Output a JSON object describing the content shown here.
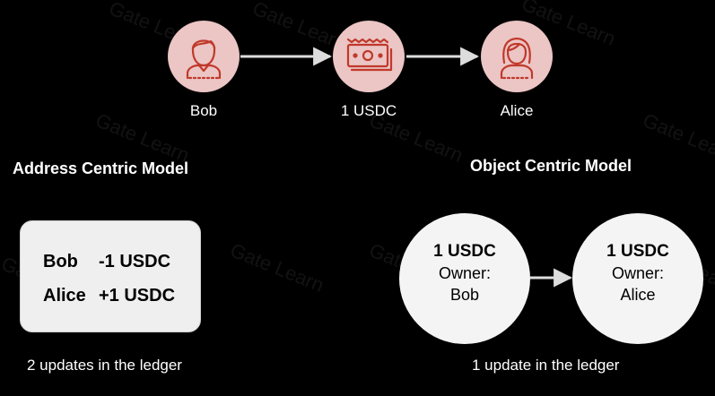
{
  "flow": {
    "sender": "Bob",
    "asset": "1 USDC",
    "receiver": "Alice"
  },
  "address_model": {
    "title": "Address Centric Model",
    "rows": [
      {
        "name": "Bob",
        "change": "-1 USDC"
      },
      {
        "name": "Alice",
        "change": "+1 USDC"
      }
    ],
    "caption": "2 updates in the ledger"
  },
  "object_model": {
    "title": "Object Centric Model",
    "before": {
      "amount": "1 USDC",
      "owner_label": "Owner:",
      "owner": "Bob"
    },
    "after": {
      "amount": "1 USDC",
      "owner_label": "Owner:",
      "owner": "Alice"
    },
    "caption": "1 update in the ledger"
  },
  "watermark": "Gate Learn",
  "colors": {
    "background": "#000000",
    "icon_circle": "#ecc5c5",
    "icon_stroke": "#c0392b",
    "arrow": "#dddddd",
    "box": "#efefef"
  },
  "icons": [
    "person-male-icon",
    "banknote-icon",
    "person-female-icon"
  ]
}
